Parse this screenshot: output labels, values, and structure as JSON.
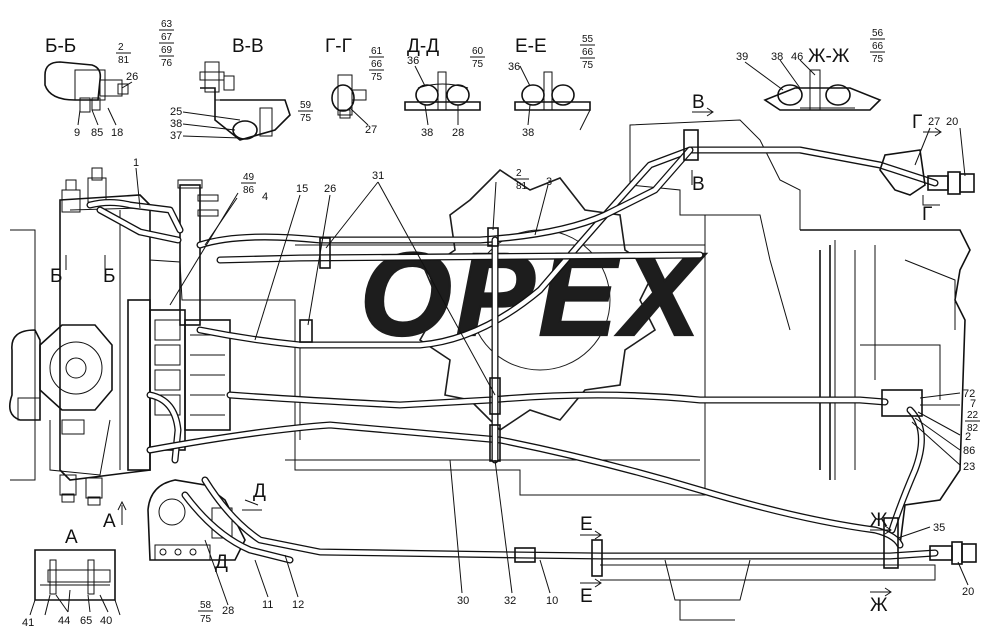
{
  "sections": {
    "bb": "Б-Б",
    "vv": "В-В",
    "gg": "Г-Г",
    "dd": "Д-Д",
    "ee": "Е-Е",
    "zhzh": "Ж-Ж",
    "a": "А"
  },
  "cut_marks": {
    "b_left": "Б",
    "b_right": "Б",
    "a_mark": "А",
    "v_top": "В",
    "v_bottom": "В",
    "g_top": "Г",
    "g_bottom": "Г",
    "d_top": "Д",
    "d_bottom": "Д",
    "e_top": "Е",
    "e_bottom": "Е",
    "zh_top": "Ж",
    "zh_bottom": "Ж"
  },
  "fractions": {
    "bb": [
      "2",
      "81"
    ],
    "vv": [
      "63",
      "67",
      "69",
      "76"
    ],
    "gg": [
      "61",
      "66",
      "75"
    ],
    "dd": [
      "60",
      "75"
    ],
    "ee": [
      "55",
      "66",
      "75"
    ],
    "zhzh": [
      "56",
      "66",
      "75"
    ],
    "vv_side": [
      "59",
      "75"
    ],
    "main_49": [
      "49",
      "86"
    ],
    "main_2": [
      "2",
      "81"
    ],
    "bottom_58": [
      "58",
      "75"
    ],
    "right_22": [
      "22",
      "82"
    ]
  },
  "part_labels": {
    "bb_26": "26",
    "bb_9": "9",
    "bb_85": "85",
    "bb_18": "18",
    "vv_25": "25",
    "vv_38": "38",
    "vv_37": "37",
    "gg_27": "27",
    "dd_36": "36",
    "dd_38": "38",
    "dd_28": "28",
    "ee_36": "36",
    "ee_38": "38",
    "zh_39": "39",
    "zh_38": "38",
    "zh_46": "46",
    "p1": "1",
    "p4": "4",
    "p15": "15",
    "p26": "26",
    "p31": "31",
    "p3": "3",
    "p27": "27",
    "p20_top": "20",
    "p72": "72",
    "p7": "7",
    "p2": "2",
    "p86": "86",
    "p23": "23",
    "p35": "35",
    "p20_bot": "20",
    "p30": "30",
    "p32": "32",
    "p10": "10",
    "p11": "11",
    "p12": "12",
    "p28": "28",
    "a_41": "41",
    "a_44": "44",
    "a_65": "65",
    "a_40": "40"
  },
  "watermark": "OPEX"
}
